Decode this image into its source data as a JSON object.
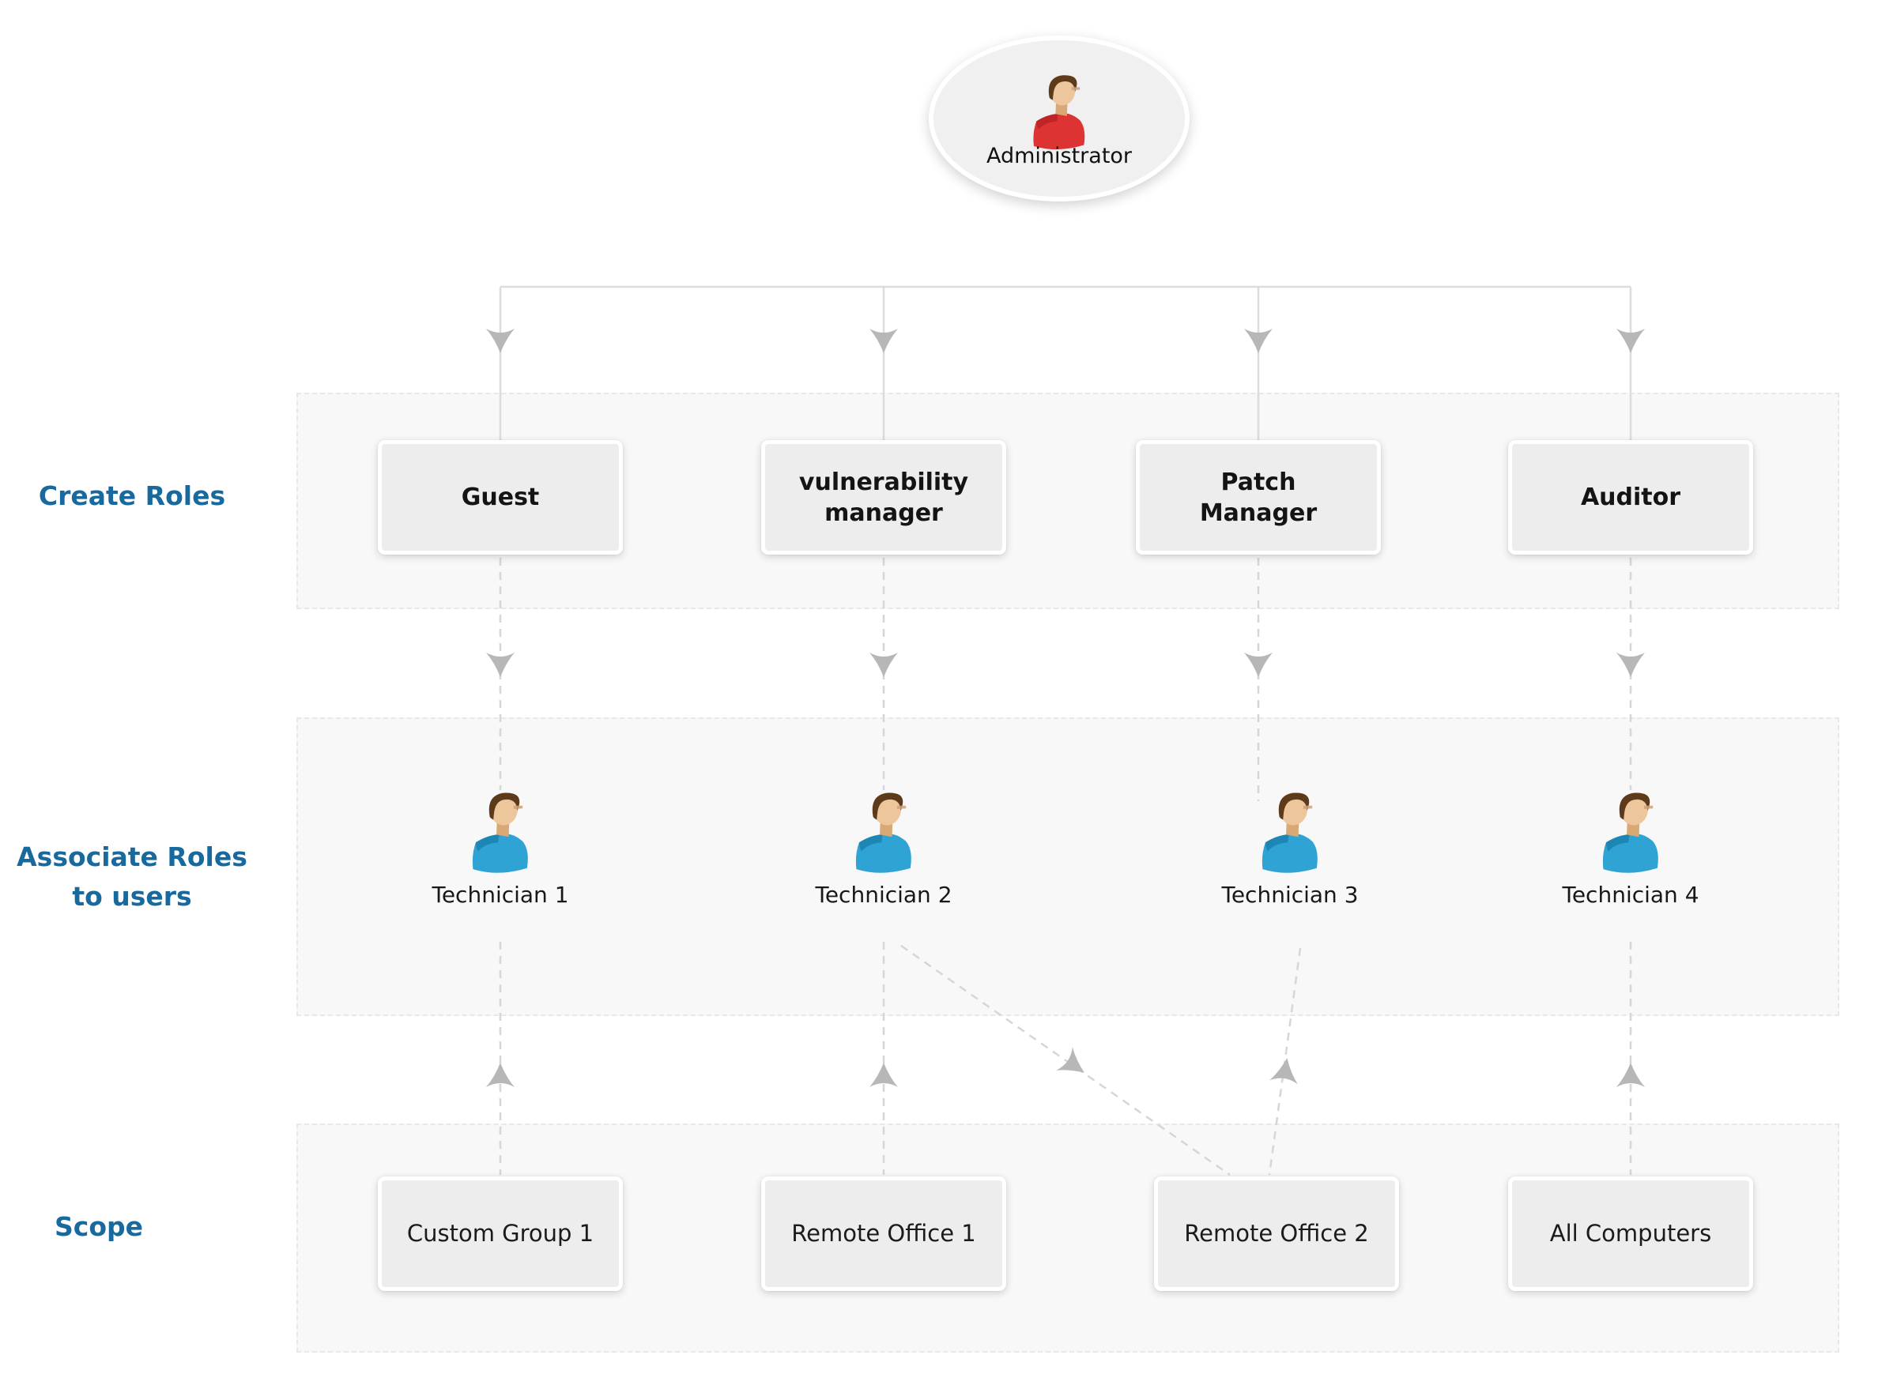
{
  "root": {
    "label": "Administrator",
    "icon": "person-red-icon"
  },
  "rows": [
    {
      "label": "Create Roles",
      "items": [
        {
          "label": "Guest"
        },
        {
          "label": "vulnerability manager"
        },
        {
          "label": "Patch\nManager"
        },
        {
          "label": "Auditor"
        }
      ]
    },
    {
      "label": "Associate Roles\nto users",
      "items": [
        {
          "label": "Technician 1",
          "icon": "person-blue-icon"
        },
        {
          "label": "Technician 2",
          "icon": "person-blue-icon"
        },
        {
          "label": "Technician 3",
          "icon": "person-blue-icon"
        },
        {
          "label": "Technician 4",
          "icon": "person-blue-icon"
        }
      ]
    },
    {
      "label": "Scope",
      "items": [
        {
          "label": "Custom Group 1"
        },
        {
          "label": "Remote Office 1"
        },
        {
          "label": "Remote Office 2"
        },
        {
          "label": "All Computers"
        }
      ]
    }
  ],
  "links": [
    {
      "from": "Administrator",
      "to": "Guest",
      "style": "solid-arrow"
    },
    {
      "from": "Administrator",
      "to": "vulnerability manager",
      "style": "solid-arrow"
    },
    {
      "from": "Administrator",
      "to": "Patch Manager",
      "style": "solid-arrow"
    },
    {
      "from": "Administrator",
      "to": "Auditor",
      "style": "solid-arrow"
    },
    {
      "from": "Guest",
      "to": "Technician 1",
      "style": "dashed-arrow"
    },
    {
      "from": "vulnerability manager",
      "to": "Technician 2",
      "style": "dashed-arrow"
    },
    {
      "from": "Patch Manager",
      "to": "Technician 3",
      "style": "dashed-arrow"
    },
    {
      "from": "Auditor",
      "to": "Technician 4",
      "style": "dashed-arrow"
    },
    {
      "from": "Custom Group 1",
      "to": "Technician 1",
      "style": "dashed-arrow"
    },
    {
      "from": "Remote Office 1",
      "to": "Technician 2",
      "style": "dashed-arrow"
    },
    {
      "from": "Remote Office 2",
      "to": "Technician 3",
      "style": "dashed-arrow"
    },
    {
      "from": "All Computers",
      "to": "Technician 4",
      "style": "dashed-arrow"
    },
    {
      "from": "Technician 2",
      "to": "Remote Office 2",
      "style": "dashed-arrow"
    }
  ],
  "colors": {
    "stage_label": "#17699e",
    "row_background": "#f8f8f8",
    "box_background": "#ededed",
    "solid_line": "#dcdcdc",
    "dashed_line": "#d6d6d6",
    "arrowhead": "#b7b7b7",
    "admin_shirt": "#dd3333",
    "technician_shirt": "#2fa3d4"
  }
}
